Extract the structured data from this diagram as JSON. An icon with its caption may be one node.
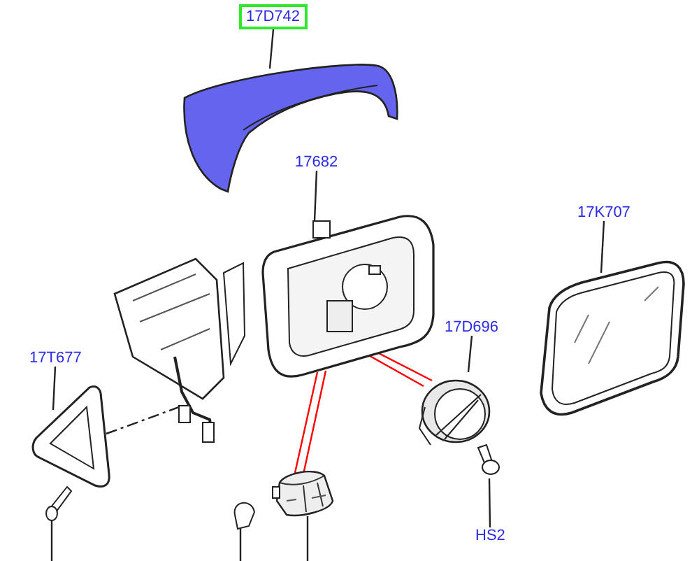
{
  "diagram": {
    "nodes": [
      {
        "text": [
          "17D742"
        ]
      },
      {
        "text": [],
        "shape": "picture"
      },
      {
        "text": [
          "17682"
        ]
      },
      {
        "text": [],
        "shape": "picture"
      },
      {
        "text": [
          "17K707"
        ]
      },
      {
        "text": [],
        "shape": "picture"
      },
      {
        "text": [
          "17D696"
        ]
      },
      {
        "text": [],
        "shape": "picture"
      },
      {
        "text": [
          "17T677"
        ]
      },
      {
        "text": [],
        "shape": "picture"
      },
      {
        "text": [
          "HS2"
        ]
      },
      {
        "text": [],
        "shape": "picture"
      },
      {
        "text": [],
        "shape": "picture"
      },
      {
        "text": [],
        "shape": "picture"
      },
      {
        "text": [],
        "shape": "picture"
      },
      {
        "text": [],
        "shape": "picture"
      }
    ],
    "edges": [
      {
        "from": 0,
        "to": 1,
        "arrow": "none"
      },
      {
        "from": 2,
        "to": 3,
        "arrow": "none"
      },
      {
        "from": 4,
        "to": 5,
        "arrow": "none"
      },
      {
        "from": 6,
        "to": 7,
        "arrow": "none"
      },
      {
        "from": 8,
        "to": 9,
        "arrow": "none"
      },
      {
        "from": 10,
        "to": 11,
        "arrow": "none"
      },
      {
        "from": null,
        "to": 12,
        "arrow": "none"
      },
      {
        "from": null,
        "to": 13,
        "arrow": "none"
      },
      {
        "from": null,
        "to": 14,
        "arrow": "none"
      },
      {
        "from": 3,
        "to": 14,
        "arrow": "none",
        "color": "#ff0000"
      },
      {
        "from": 3,
        "to": 14,
        "arrow": "none",
        "color": "#ff0000"
      },
      {
        "from": 3,
        "to": 7,
        "arrow": "none",
        "color": "#ff0000"
      },
      {
        "from": 3,
        "to": 7,
        "arrow": "none",
        "color": "#ff0000"
      },
      {
        "from": 9,
        "to": 15,
        "arrow": "none",
        "style": "dashed"
      }
    ]
  }
}
